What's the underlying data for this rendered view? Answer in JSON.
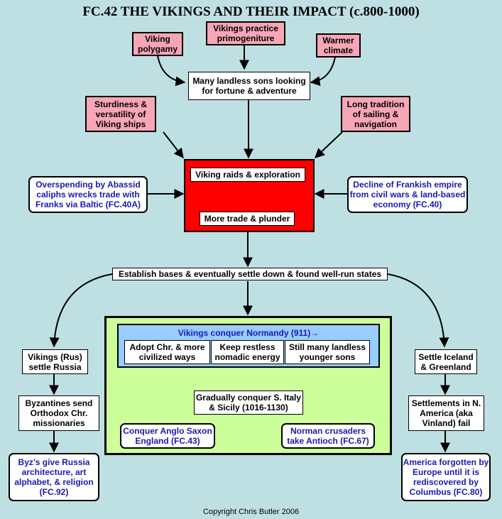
{
  "title": "FC.42 THE VIKINGS AND THEIR IMPACT (c.800-1000)",
  "nodes": {
    "polygamy": "Viking polygamy",
    "primogeniture": "Vikings practice primogeniture",
    "climate": "Warmer climate",
    "landless_sons": "Many landless sons looking for fortune & adventure",
    "ships": "Sturdiness & versatility of Viking ships",
    "sailing": "Long tradition of sailing & navigation",
    "abassid": "Overspending by Abassid caliphs wrecks trade with Franks via Baltic (FC.40A)",
    "frankish": "Decline of Frankish empire from civil wars & land-based economy (FC.40)",
    "raids": "Viking raids & exploration",
    "trade": "More trade & plunder",
    "bases": "Establish bases & eventually settle down & found well-run states",
    "normandy": "Vikings conquer Normandy (911)→",
    "adopt": "Adopt Chr. & more civilized ways",
    "restless": "Keep restless nomadic energy",
    "younger_sons": "Still many landless younger sons",
    "italy": "Gradually conquer S. Italy & Sicily (1016-1130)",
    "england": "Conquer Anglo Saxon England (FC.43)",
    "antioch": "Norman crusaders take Antioch (FC.67)",
    "rus": "Vikings (Rus) settle Russia",
    "byzantines": "Byzantines send Orthodox Chr. missionaries",
    "byz_give": "Byz’s give Russia architecture, art alphabet, & religion (FC.92)",
    "iceland": "Settle Iceland & Greenland",
    "vinland": "Settlements in N. America (aka Vinland) fail",
    "america": "America forgotten by Europe until it is rediscovered by Columbus (FC.80)"
  },
  "footer": "Copyright Chris Butler 2006",
  "colors": {
    "background": "#bfe0e3",
    "pink": "#f7a6b6",
    "red": "#ff0000",
    "green": "#ccff99",
    "light_blue": "#99ccff",
    "blue_text": "#1a1ab0"
  }
}
